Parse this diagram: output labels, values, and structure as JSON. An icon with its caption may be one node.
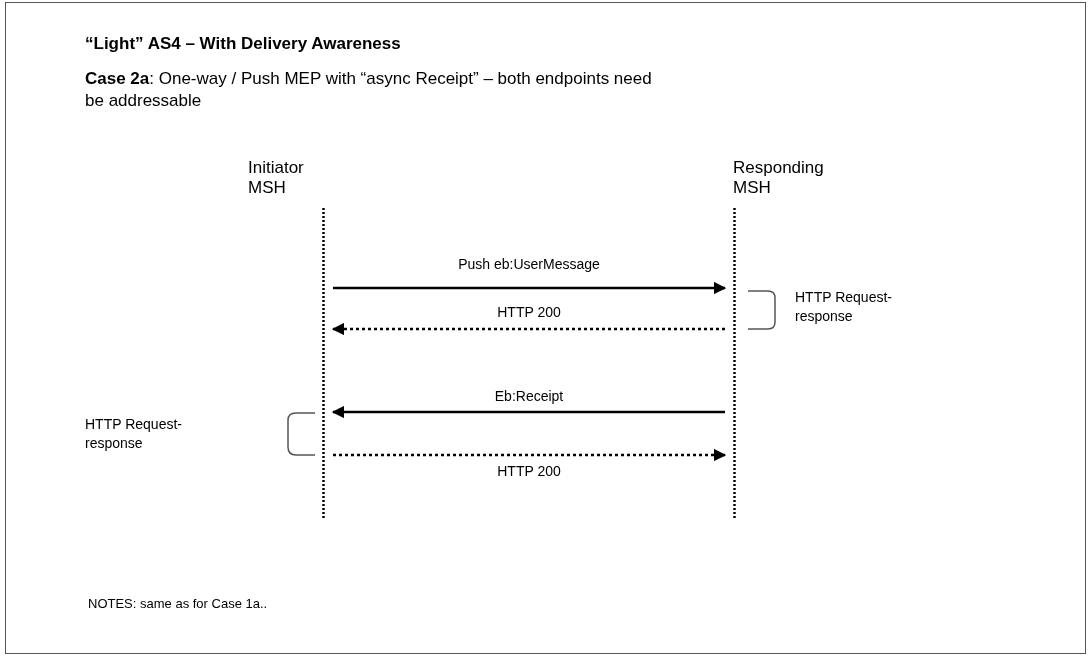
{
  "diagram": {
    "title": "“Light” AS4 – With Delivery Awareness",
    "nodes": [
      {
        "text": [
          "Initiator MSH"
        ]
      },
      {
        "text": [
          "Responding MSH"
        ]
      }
    ],
    "edges": [
      {
        "from": 0,
        "to": 1,
        "arrow": "to",
        "label": "Push eb:UserMessage"
      },
      {
        "from": 1,
        "to": 0,
        "arrow": "to",
        "label": "HTTP 200",
        "style": "dashed"
      },
      {
        "from": 1,
        "to": 0,
        "arrow": "to",
        "label": "Eb:Receipt"
      },
      {
        "from": 0,
        "to": 1,
        "arrow": "to",
        "label": "HTTP 200",
        "style": "dashed"
      }
    ],
    "labels": [
      "**Case 2a**: One-way / Push MEP with “async Receipt” – both endpoints need be addressable",
      "HTTP Request-response",
      "HTTP Request-response",
      "NOTES: same as for Case 1a.."
    ]
  }
}
